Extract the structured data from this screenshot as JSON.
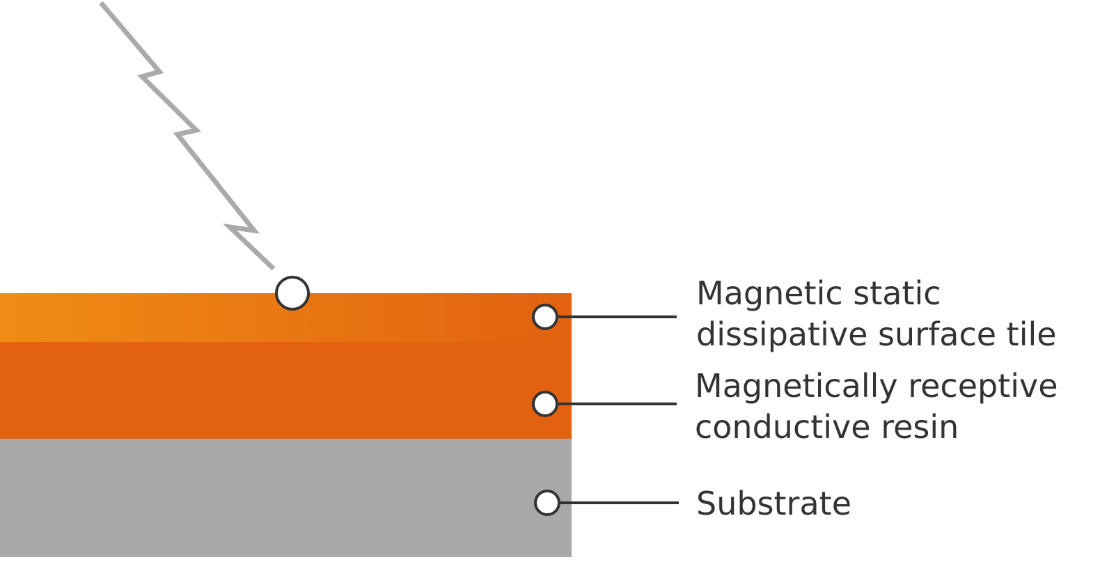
{
  "layers": [
    {
      "id": "surface-tile",
      "label_lines": [
        "Magnetic static",
        "dissipative surface tile"
      ],
      "color_start": "#F08C14",
      "color_end": "#E2620F"
    },
    {
      "id": "resin",
      "label_lines": [
        "Magnetically receptive",
        "conductive resin"
      ],
      "color": "#E2620F"
    },
    {
      "id": "substrate",
      "label_lines": [
        "Substrate"
      ],
      "color": "#A8A8A8"
    }
  ],
  "colors": {
    "lightning": "#AAAAAA",
    "leader_line": "#333333",
    "marker_fill": "#FFFFFF",
    "marker_stroke": "#333333"
  },
  "icons": {
    "discharge": "lightning-bolt-icon",
    "marker": "circle-marker"
  }
}
